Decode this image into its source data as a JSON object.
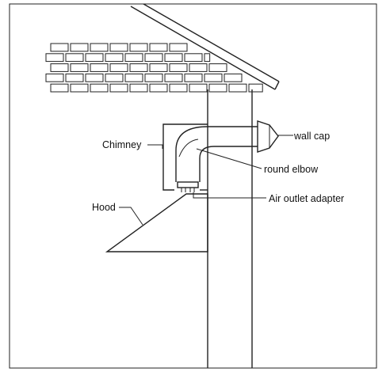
{
  "labels": {
    "chimney": "Chimney",
    "wall_cap": "wall cap",
    "round_elbow": "round elbow",
    "air_outlet_adapter": "Air outlet adapter",
    "hood": "Hood"
  },
  "colors": {
    "line": "#222222",
    "background": "#ffffff"
  }
}
